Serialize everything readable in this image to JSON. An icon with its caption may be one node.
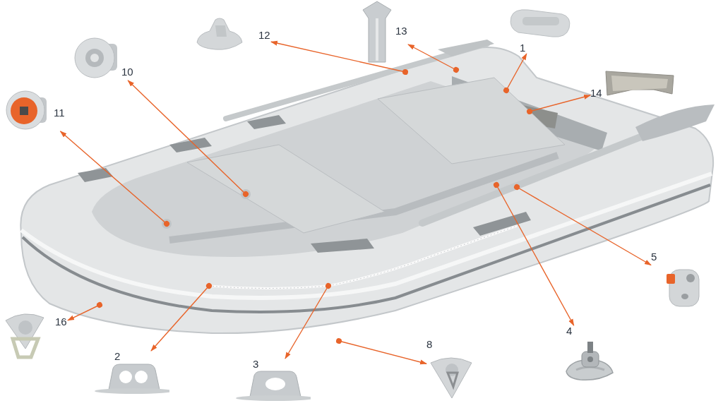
{
  "diagram": {
    "nodes": [
      {
        "text": [],
        "shape": "picture"
      },
      {
        "text": [
          "12"
        ]
      },
      {
        "text": [
          "13"
        ]
      },
      {
        "text": [
          "1"
        ]
      },
      {
        "text": [
          "10"
        ]
      },
      {
        "text": [
          "14"
        ]
      },
      {
        "text": [
          "11"
        ]
      },
      {
        "text": [
          "5"
        ]
      },
      {
        "text": [
          "16"
        ]
      },
      {
        "text": [
          "4"
        ]
      },
      {
        "text": [
          "8"
        ]
      },
      {
        "text": [
          "2"
        ]
      },
      {
        "text": [
          "3"
        ]
      }
    ],
    "edges": [
      {
        "from": 0,
        "to": 1,
        "arrow": "to"
      },
      {
        "from": 0,
        "to": 2,
        "arrow": "to"
      },
      {
        "from": 0,
        "to": 3,
        "arrow": "to"
      },
      {
        "from": 0,
        "to": 4,
        "arrow": "to"
      },
      {
        "from": 0,
        "to": 5,
        "arrow": "to"
      },
      {
        "from": 0,
        "to": 6,
        "arrow": "to"
      },
      {
        "from": 0,
        "to": 7,
        "arrow": "to"
      },
      {
        "from": 0,
        "to": 8,
        "arrow": "to"
      },
      {
        "from": 0,
        "to": 9,
        "arrow": "to"
      },
      {
        "from": 0,
        "to": 10,
        "arrow": "to"
      },
      {
        "from": 0,
        "to": 11,
        "arrow": "to"
      },
      {
        "from": 0,
        "to": 12,
        "arrow": "to"
      }
    ]
  }
}
